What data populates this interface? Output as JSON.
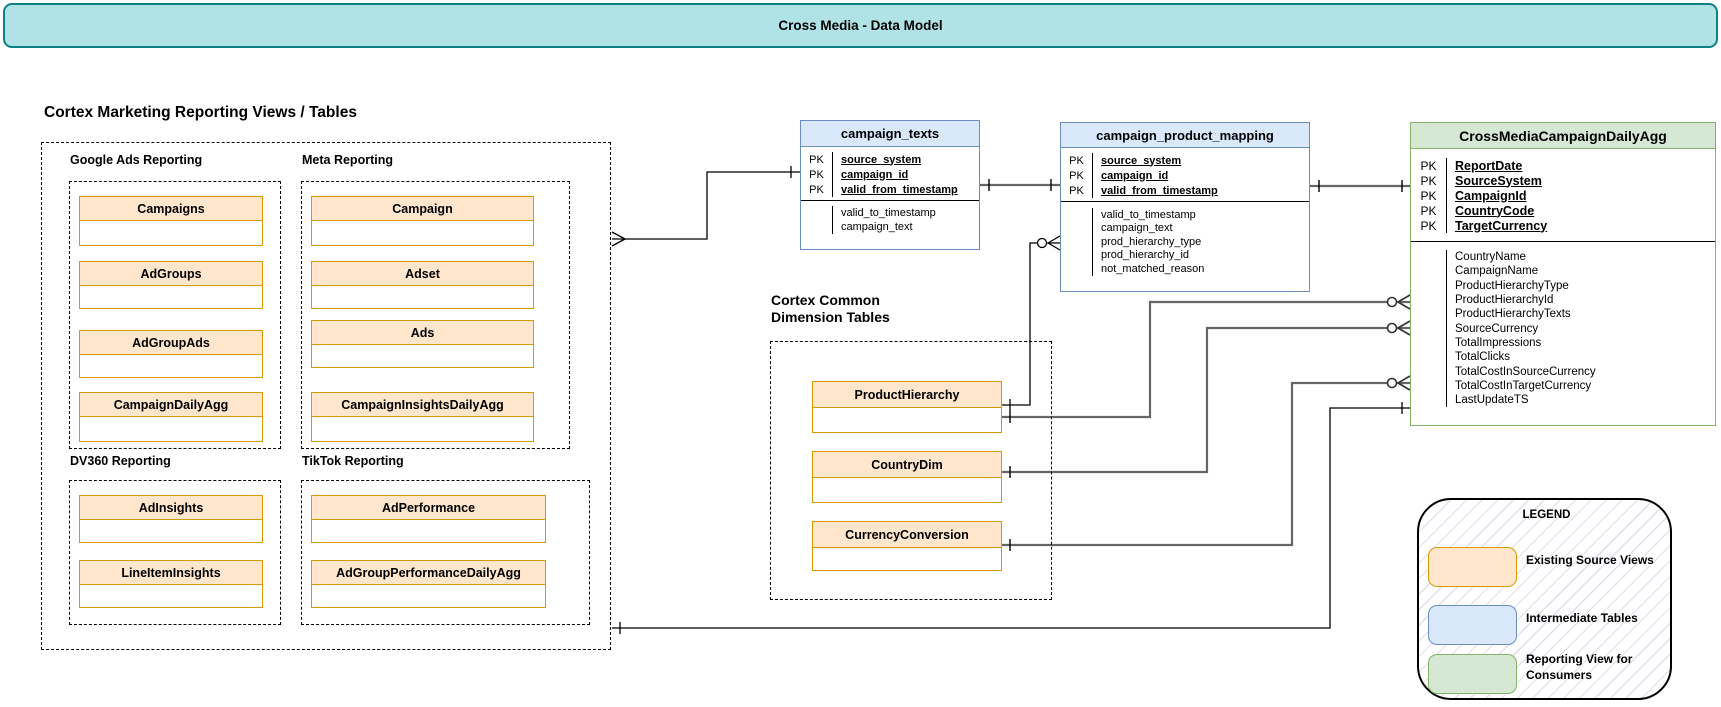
{
  "title_bar": {
    "title": "Cross Media - Data Model"
  },
  "marketing": {
    "heading": "Cortex Marketing Reporting Views / Tables",
    "groups": [
      {
        "label": "Google Ads Reporting",
        "entities": [
          "Campaigns",
          "AdGroups",
          "AdGroupAds",
          "CampaignDailyAgg"
        ]
      },
      {
        "label": "Meta Reporting",
        "entities": [
          "Campaign",
          "Adset",
          "Ads",
          "CampaignInsightsDailyAgg"
        ]
      },
      {
        "label": "DV360 Reporting",
        "entities": [
          "AdInsights",
          "LineItemInsights"
        ]
      },
      {
        "label": "TikTok Reporting",
        "entities": [
          "AdPerformance",
          "AdGroupPerformanceDailyAgg"
        ]
      }
    ]
  },
  "dimensions": {
    "heading_line1": "Cortex Common",
    "heading_line2": "Dimension Tables",
    "entities": [
      "ProductHierarchy",
      "CountryDim",
      "CurrencyConversion"
    ]
  },
  "tables": {
    "campaign_texts": {
      "name": "campaign_texts",
      "pk_label": "PK",
      "pk_fields": [
        "source_system",
        "campaign_id",
        "valid_from_timestamp"
      ],
      "fields": [
        "valid_to_timestamp",
        "campaign_text"
      ]
    },
    "campaign_product_mapping": {
      "name": "campaign_product_mapping",
      "pk_label": "PK",
      "pk_fields": [
        "source_system",
        "campaign_id",
        "valid_from_timestamp"
      ],
      "fields": [
        "valid_to_timestamp",
        "campaign_text",
        "prod_hierarchy_type",
        "prod_hierarchy_id",
        "not_matched_reason"
      ]
    },
    "cross_media": {
      "name": "CrossMediaCampaignDailyAgg",
      "pk_label": "PK",
      "pk_fields": [
        "ReportDate",
        "SourceSystem",
        "CampaignId",
        "CountryCode",
        "TargetCurrency"
      ],
      "fields": [
        "CountryName",
        "CampaignName",
        "ProductHierarchyType",
        "ProductHierarchyId",
        "ProductHierarchyTexts",
        "SourceCurrency",
        "TotalImpressions",
        "TotalClicks",
        "TotalCostInSourceCurrency",
        "TotalCostInTargetCurrency",
        "LastUpdateTS"
      ]
    }
  },
  "legend": {
    "title": "LEGEND",
    "items": [
      {
        "label": "Existing Source Views",
        "fill": "#ffe6cc",
        "stroke": "#d79b00"
      },
      {
        "label": "Intermediate Tables",
        "fill": "#dae8fc",
        "stroke": "#6c8ebf"
      },
      {
        "label": "Reporting View for Consumers",
        "fill": "#d5e8d4",
        "stroke": "#82b366"
      }
    ]
  },
  "colors": {
    "title_fill": "#b0e3e6",
    "title_stroke": "#0e8088",
    "orange_fill": "#ffe6cc",
    "orange_stroke": "#d79b00",
    "blue_fill": "#dae8fc",
    "blue_stroke": "#6c8ebf",
    "green_fill": "#d5e8d4",
    "green_stroke": "#82b366",
    "wire_gray": "#666666",
    "wire_black": "#000000"
  }
}
